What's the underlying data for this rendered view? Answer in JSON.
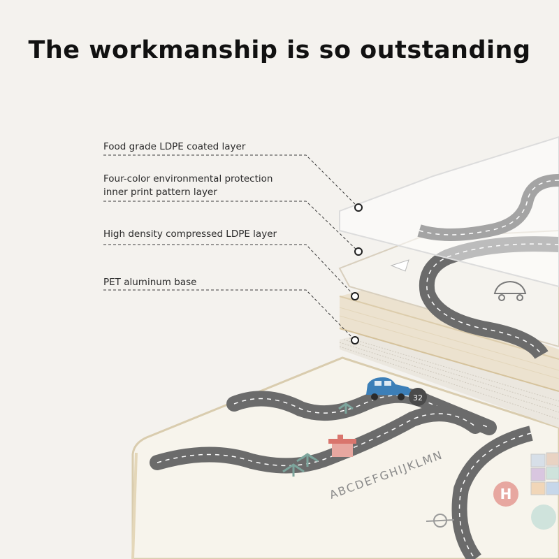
{
  "headline": "The workmanship is so outstanding",
  "layers": [
    {
      "lines": [
        "Food grade LDPE coated layer"
      ]
    },
    {
      "lines": [
        "Four-color environmental protection",
        "inner print pattern layer"
      ]
    },
    {
      "lines": [
        "High density compressed LDPE layer"
      ]
    },
    {
      "lines": [
        "PET aluminum base"
      ]
    }
  ],
  "mat_print": {
    "alphabet": "ABCDEFGHIJKLMN",
    "road_number": "32",
    "sign_letter": "H"
  },
  "colors": {
    "background": "#f4f2ee",
    "road": "#6b6b6b",
    "mat": "#f7f4ec",
    "wood_layer": "#ece2cf",
    "car": "#3c7fb8"
  }
}
